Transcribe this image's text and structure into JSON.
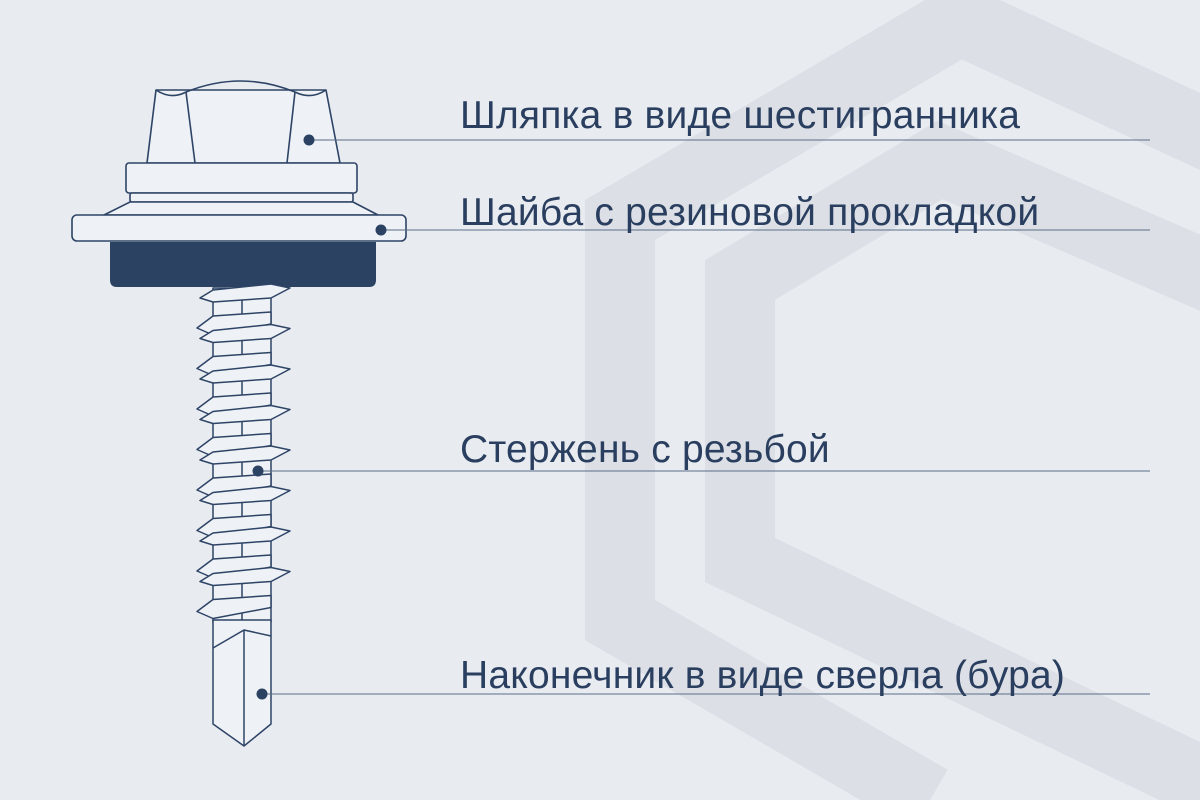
{
  "callouts": [
    {
      "id": "head",
      "label": "Шляпка в виде шестигранника"
    },
    {
      "id": "washer",
      "label": "Шайба с резиновой прокладкой"
    },
    {
      "id": "shank",
      "label": "Стержень с резьбой"
    },
    {
      "id": "tip",
      "label": "Наконечник в виде сверла (бура)"
    }
  ],
  "colors": {
    "background": "#e8ebf0",
    "watermark": "#dcdfe5",
    "outline": "#2e4466",
    "gasket": "#2b4263",
    "fill": "#eef1f5",
    "text": "#2a3f5f"
  }
}
